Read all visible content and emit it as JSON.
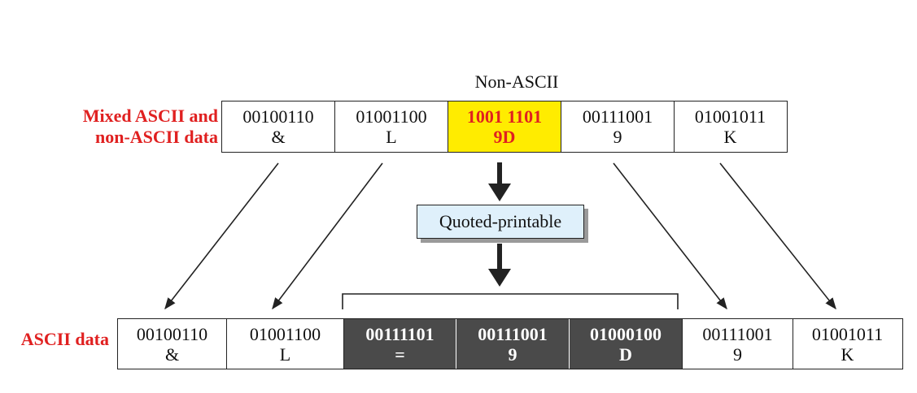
{
  "top": {
    "caption": "Non-ASCII",
    "label_line1": "Mixed ASCII and",
    "label_line2": "non-ASCII data",
    "cells": [
      {
        "bits": "00100110",
        "char": "&",
        "style": "normal"
      },
      {
        "bits": "01001100",
        "char": "L",
        "style": "normal"
      },
      {
        "bits": "1001 1101",
        "char": "9D",
        "style": "highlight"
      },
      {
        "bits": "00111001",
        "char": "9",
        "style": "normal"
      },
      {
        "bits": "01001011",
        "char": "K",
        "style": "normal"
      }
    ]
  },
  "process": {
    "label": "Quoted-printable"
  },
  "bottom": {
    "label": "ASCII data",
    "cells": [
      {
        "bits": "00100110",
        "char": "&",
        "style": "normal"
      },
      {
        "bits": "01001100",
        "char": "L",
        "style": "normal"
      },
      {
        "bits": "00111101",
        "char": "=",
        "style": "dark"
      },
      {
        "bits": "00111001",
        "char": "9",
        "style": "dark"
      },
      {
        "bits": "01000100",
        "char": "D",
        "style": "dark"
      },
      {
        "bits": "00111001",
        "char": "9",
        "style": "normal"
      },
      {
        "bits": "01001011",
        "char": "K",
        "style": "normal"
      }
    ]
  },
  "colors": {
    "label_red": "#e02020",
    "highlight_yellow": "#ffec00",
    "dark_cell": "#4a4a4a",
    "process_box": "#dff0fb"
  }
}
